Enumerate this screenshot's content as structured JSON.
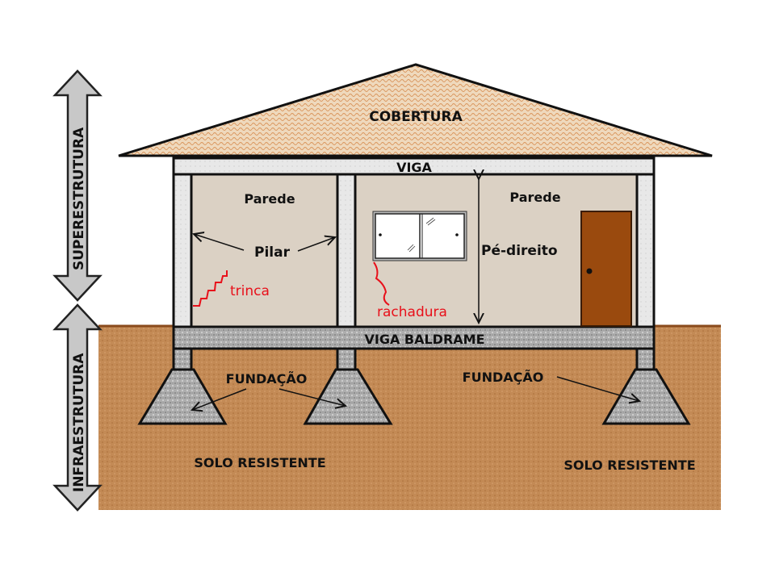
{
  "labels": {
    "roof": "COBERTURA",
    "beam": "VIGA",
    "wall_left": "Parede",
    "wall_right": "Parede",
    "pillar": "Pilar",
    "ceiling_height": "Pé-direito",
    "small_crack": "trinca",
    "large_crack": "rachadura",
    "ground_beam": "VIGA BALDRAME",
    "foundation_left": "FUNDAÇÃO",
    "foundation_right": "FUNDAÇÃO",
    "soil_left": "SOLO RESISTENTE",
    "soil_right": "SOLO RESISTENTE",
    "superstructure": "SUPERESTRUTURA",
    "infrastructure": "INFRAESTRUTURA"
  },
  "colors": {
    "roof": "#ecd0ad",
    "beam": "#e6e6e6",
    "wall": "#dbd1c4",
    "soil": "#c38a55",
    "concrete": "#a9a9a9",
    "door": "#9a4a0e",
    "crack": "#e8101a",
    "arrow_fill": "#c8c8c8"
  }
}
